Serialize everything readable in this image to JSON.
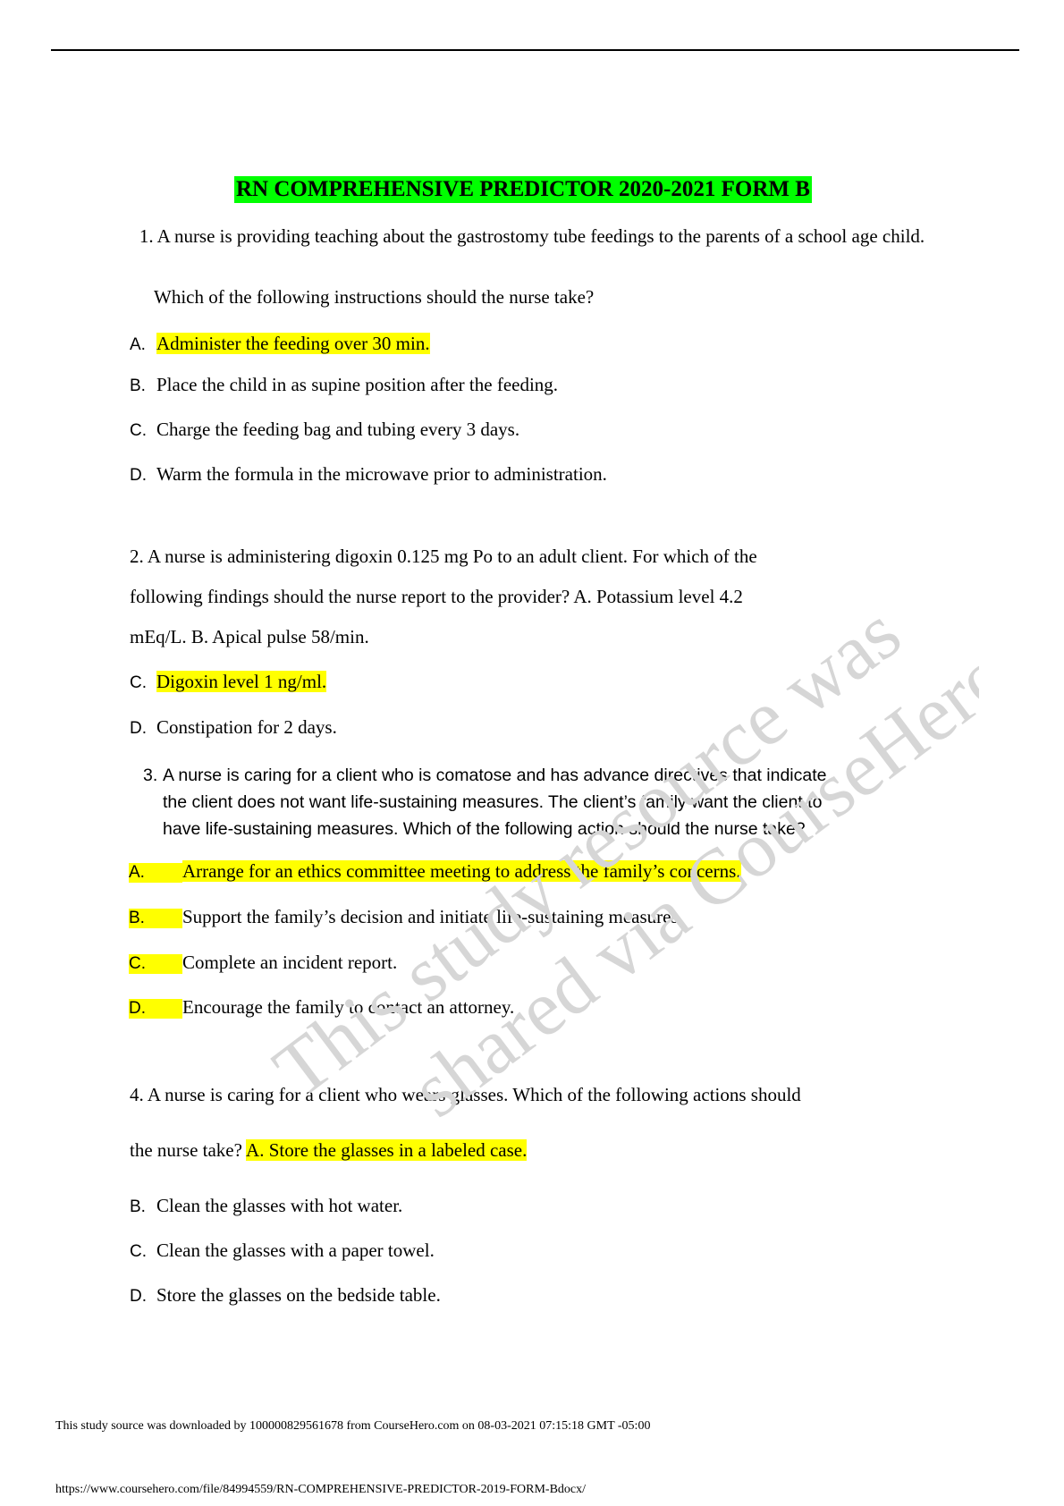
{
  "title": "RN COMPREHENSIVE PREDICTOR 2020-2021 FORM B",
  "q1": {
    "stem": "1. A nurse is providing teaching about the gastrostomy tube feedings to the parents of a school age child.",
    "prompt": "Which of the following instructions should the nurse take?",
    "options": [
      {
        "letter": "A.",
        "text": "Administer the feeding over 30 min."
      },
      {
        "letter": "B.",
        "text": "Place the child in as supine position after the feeding."
      },
      {
        "letter": "C.",
        "text": "Charge the feeding bag and tubing every 3 days."
      },
      {
        "letter": "D.",
        "text": "Warm the formula in the microwave prior to administration."
      }
    ]
  },
  "q2": {
    "line1": "2. A nurse is administering digoxin 0.125 mg Po to an adult client. For which of the",
    "line2": "following findings should the nurse report to the provider? A. Potassium level 4.2",
    "line3": "mEq/L. B. Apical pulse 58/min.",
    "options": [
      {
        "letter": "C.",
        "text": "Digoxin level 1 ng/ml."
      },
      {
        "letter": "D.",
        "text": "Constipation for 2 days."
      }
    ]
  },
  "q3": {
    "number": "3.",
    "line1": "A nurse is caring for a client who is comatose and has advance directives that indicate",
    "line2": "the client does not want life-sustaining measures. The client’s family want the client to",
    "line3": "have life-sustaining measures. Which of the following action should the nurse take?",
    "options": [
      {
        "letter": "A.",
        "text": "Arrange for an ethics committee meeting to address the family’s concerns."
      },
      {
        "letter": "B.",
        "text": "Support the family’s decision and initiate life-sustaining measures."
      },
      {
        "letter": "C.",
        "text": "Complete an incident report."
      },
      {
        "letter": "D.",
        "text": "Encourage the family to contact an attorney."
      }
    ]
  },
  "q4": {
    "line1": "4. A nurse is caring for a client who wears glasses. Which of the following actions should",
    "line2_prefix": "the nurse take?",
    "line2_answer": "A. Store the glasses in a labeled case.",
    "options": [
      {
        "letter": "B.",
        "text": "Clean the glasses with hot water."
      },
      {
        "letter": "C.",
        "text": "Clean the glasses with a paper towel."
      },
      {
        "letter": "D.",
        "text": "Store the glasses on the bedside table."
      }
    ]
  },
  "watermark": {
    "line1": "This study resource was",
    "line2": "shared via CourseHero.com"
  },
  "footer": {
    "download_note": "This study source was downloaded by 100000829561678 from CourseHero.com on 08-03-2021 07:15:18 GMT -05:00",
    "url": "https://www.coursehero.com/file/84994559/RN-COMPREHENSIVE-PREDICTOR-2019-FORM-Bdocx/"
  },
  "colors": {
    "title_highlight": "#00ff00",
    "answer_highlight": "#ffff00"
  }
}
